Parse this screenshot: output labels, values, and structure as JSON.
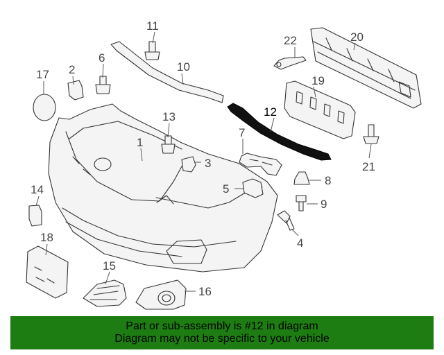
{
  "diagram": {
    "callouts": {
      "c1": "1",
      "c2": "2",
      "c3": "3",
      "c4": "4",
      "c5": "5",
      "c6": "6",
      "c7": "7",
      "c8": "8",
      "c9": "9",
      "c10": "10",
      "c11": "11",
      "c12": "12",
      "c13": "13",
      "c14": "14",
      "c15": "15",
      "c16": "16",
      "c17": "17",
      "c18": "18",
      "c19": "19",
      "c20": "20",
      "c21": "21",
      "c22": "22"
    },
    "highlight_color": "#000000",
    "line_color": "#333333"
  },
  "banner": {
    "line1": "Part or sub-assembly is #12 in diagram",
    "line2": "Diagram may not be specific to your vehicle",
    "background": "#1e7d12"
  }
}
